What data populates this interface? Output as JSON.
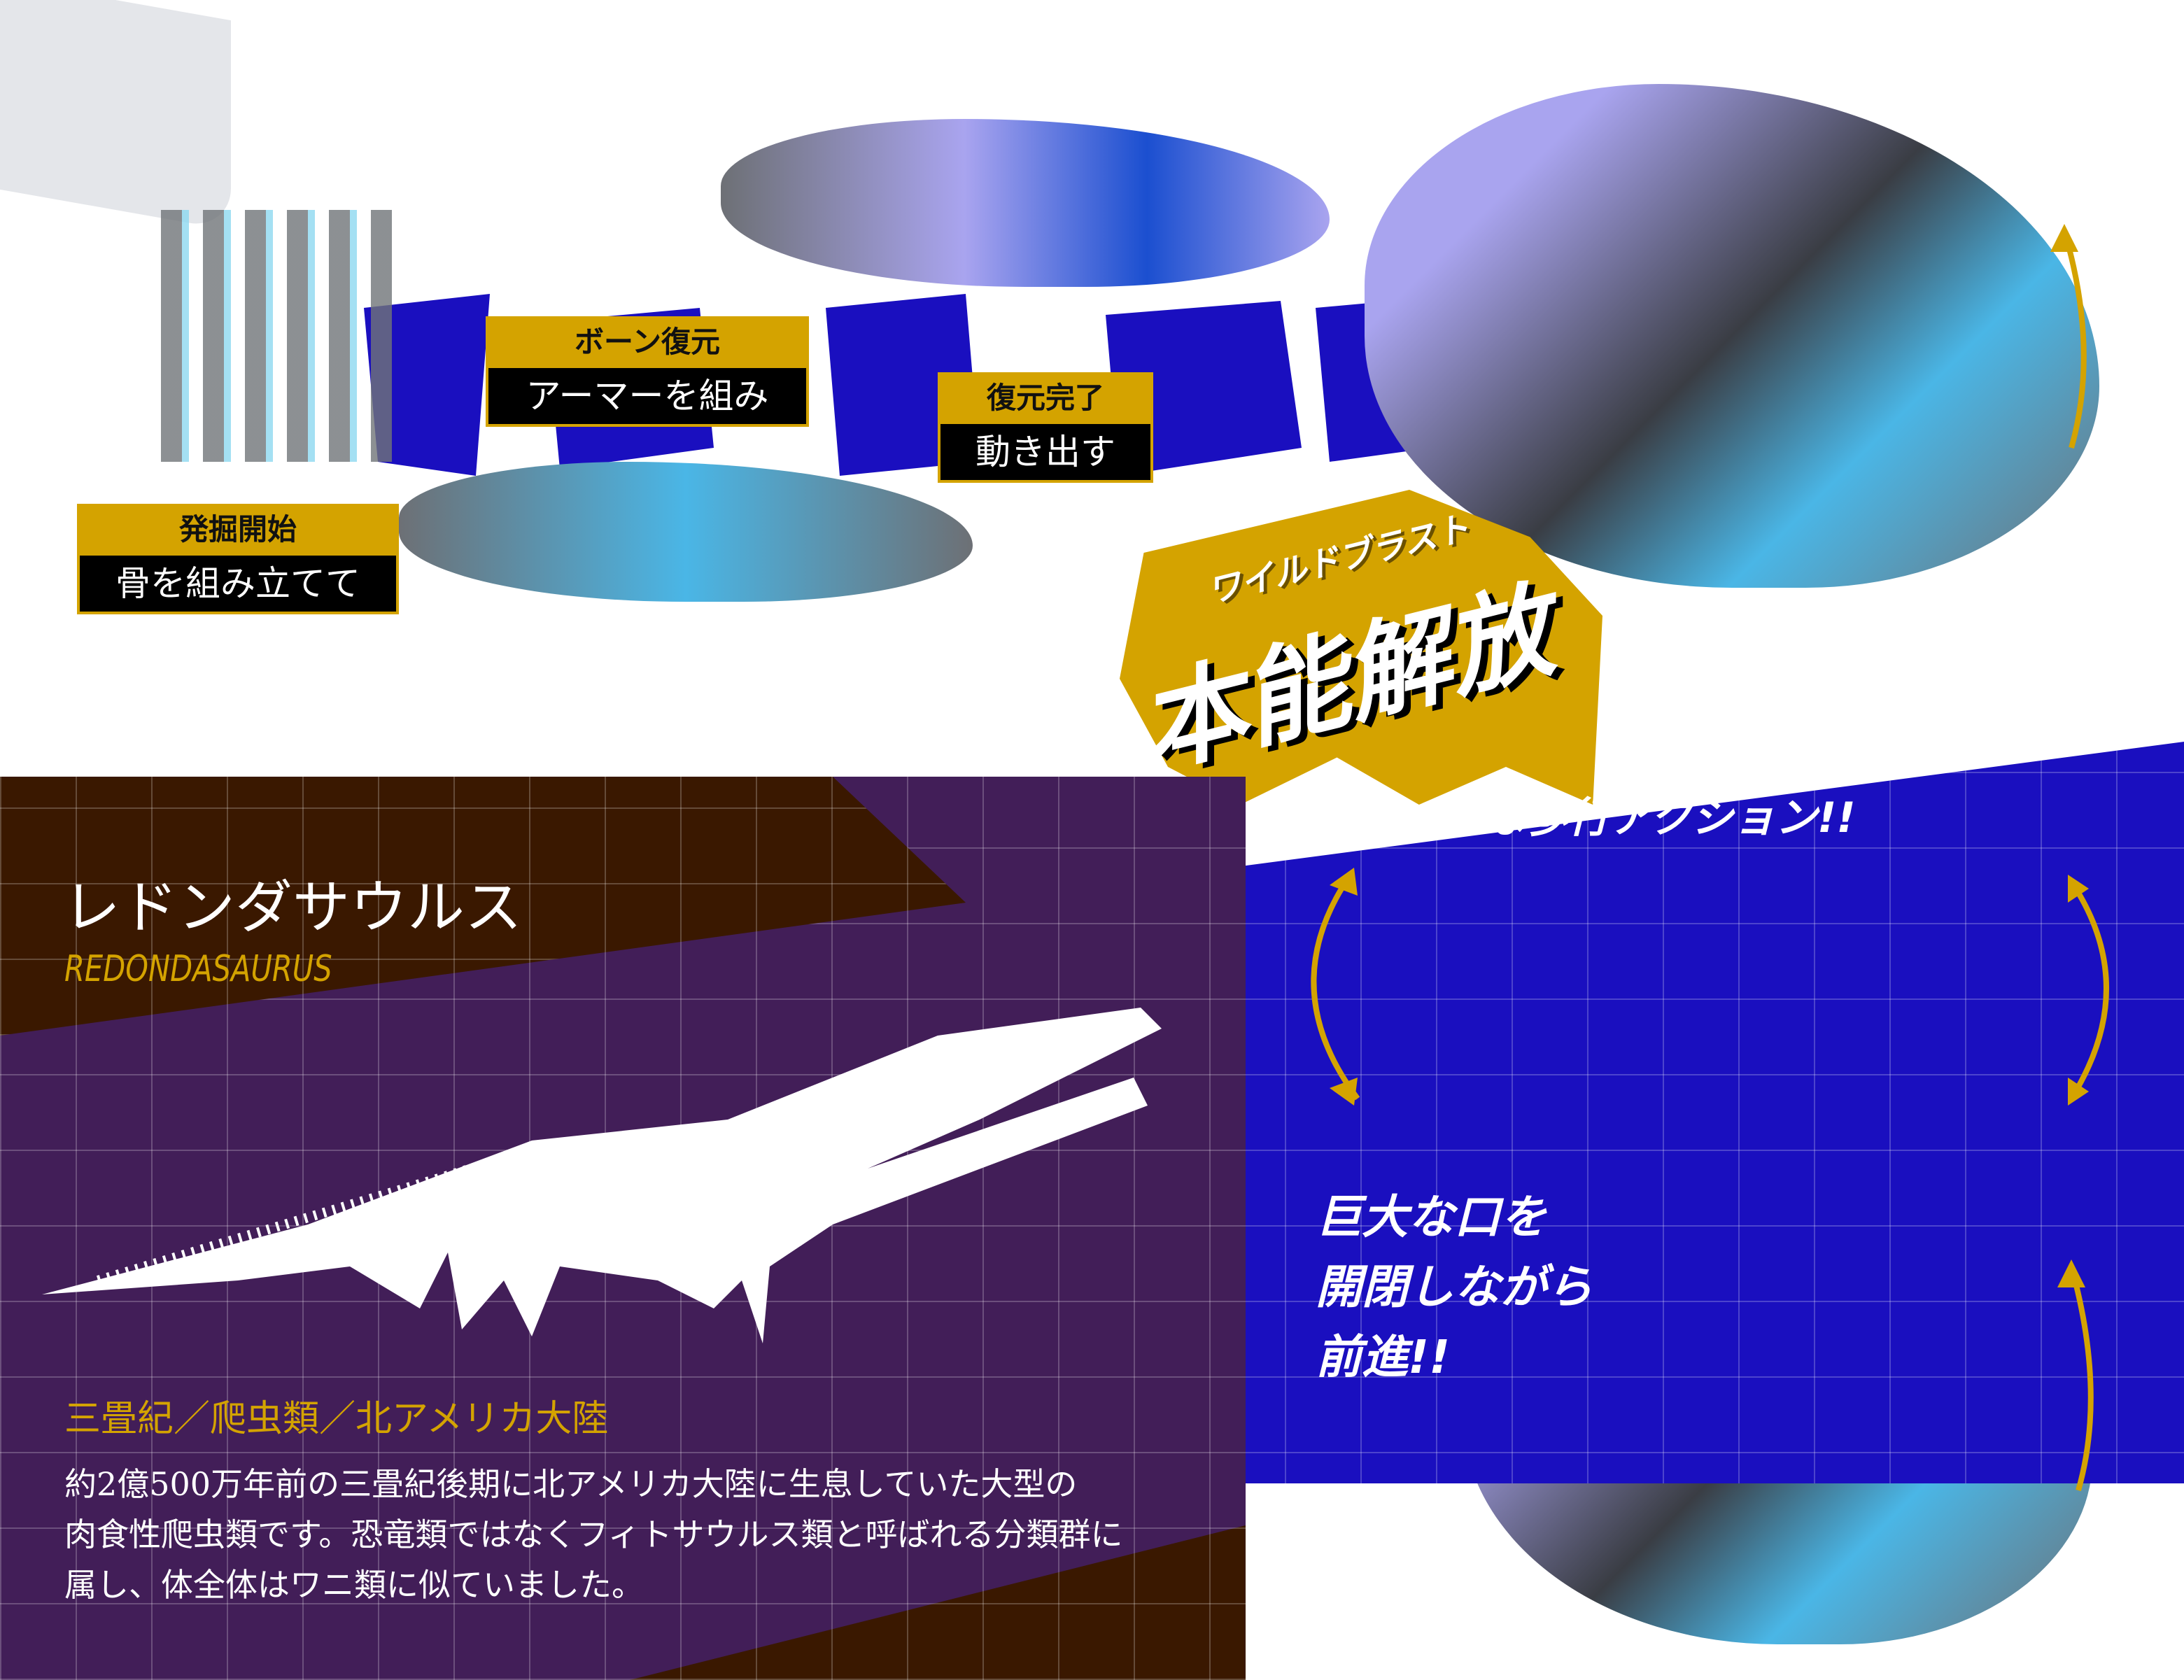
{
  "steps": [
    {
      "title": "発掘開始",
      "caption": "骨を組み立てて"
    },
    {
      "title": "ボーン復元",
      "caption": "アーマーを組み"
    },
    {
      "title": "復元完了",
      "caption": "動き出す"
    }
  ],
  "hero": {
    "ruby": "ワイルドブラスト",
    "title": "本能解放"
  },
  "features": {
    "walk_caption": "な歩行アクション!!",
    "jaw_caption": [
      "巨大な口を",
      "開閉しながら",
      "前進!!"
    ]
  },
  "creature": {
    "name_ja": "レドンダサウルス",
    "name_en": "REDONDASAURUS",
    "classification": "三畳紀／爬虫類／北アメリカ大陸",
    "description": [
      "約2億500万年前の三畳紀後期に北アメリカ大陸に生息していた大型の",
      "肉食性爬虫類です。恐竜類ではなくフィトサウルス類と呼ばれる分類群に",
      "属し、体全体はワニ類に似ていました。"
    ]
  },
  "colors": {
    "gold": "#d4a300",
    "blue": "#1a0fbf",
    "purple": "#421e58",
    "brown": "#3a1800"
  }
}
